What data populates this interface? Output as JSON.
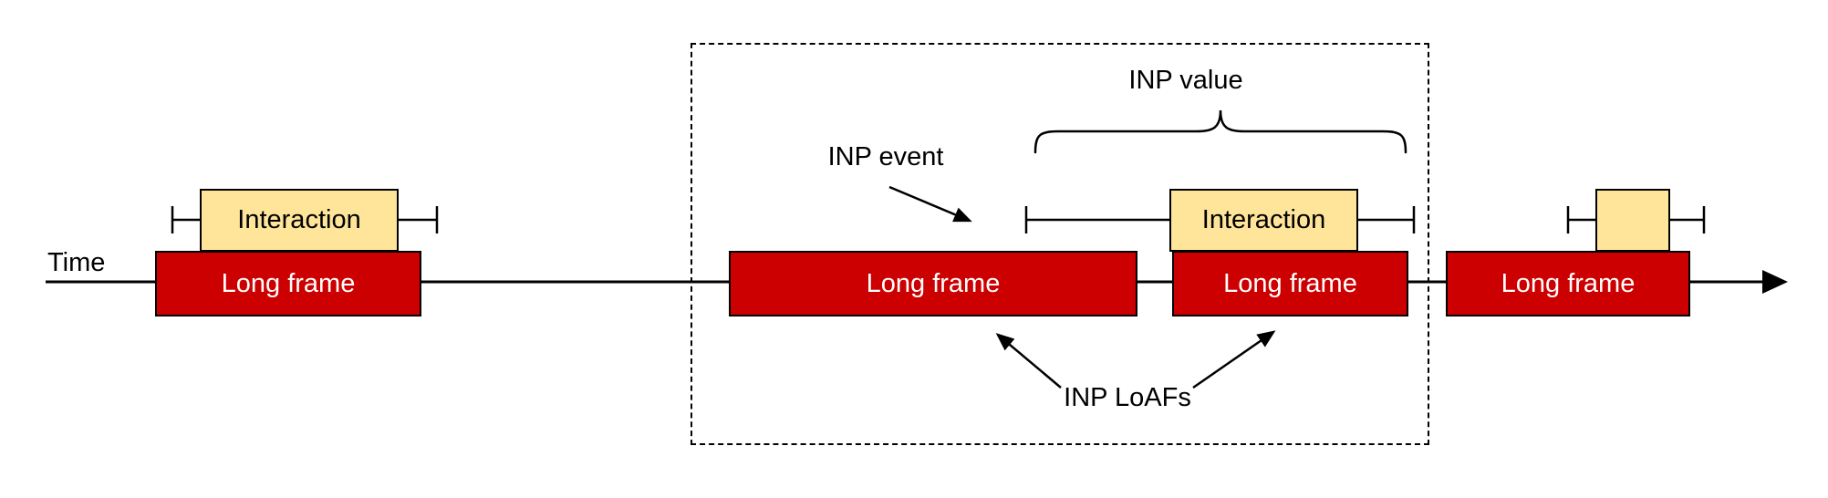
{
  "diagram": {
    "time_label": "Time",
    "inp_value_label": "INP value",
    "inp_event_label": "INP event",
    "inp_loafs_label": "INP LoAFs"
  },
  "frames": [
    {
      "label": "Long frame"
    },
    {
      "label": "Long frame"
    },
    {
      "label": "Long frame"
    },
    {
      "label": "Long frame"
    }
  ],
  "interactions": [
    {
      "label": "Interaction"
    },
    {
      "label": "Interaction"
    },
    {
      "label": ""
    }
  ],
  "colors": {
    "long_frame_fill": "#cc0000",
    "long_frame_border": "#000000",
    "long_frame_text": "#ffffff",
    "interaction_fill": "#ffe599",
    "interaction_border": "#000000",
    "interaction_text": "#000000",
    "line_color": "#000000",
    "background": "#ffffff"
  }
}
